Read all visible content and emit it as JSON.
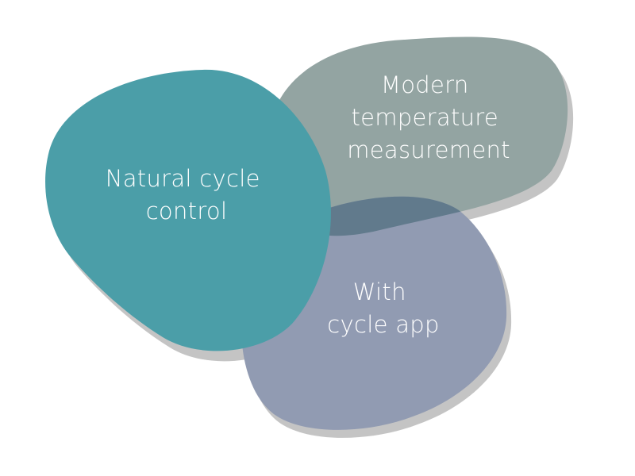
{
  "colors": {
    "natural_cycle": "#4b9ea8",
    "temperature": "#93a4a2",
    "app": "#919bb2",
    "overlap": "#617a8c",
    "shadow": "#c4c4c4",
    "text": "#ffffff"
  },
  "blobs": {
    "temperature": {
      "lines": [
        "Modern",
        "temperature",
        "measurement"
      ]
    },
    "app": {
      "lines": [
        "With",
        "cycle app"
      ]
    },
    "natural_cycle": {
      "lines": [
        "Natural cycle",
        "control"
      ]
    }
  }
}
